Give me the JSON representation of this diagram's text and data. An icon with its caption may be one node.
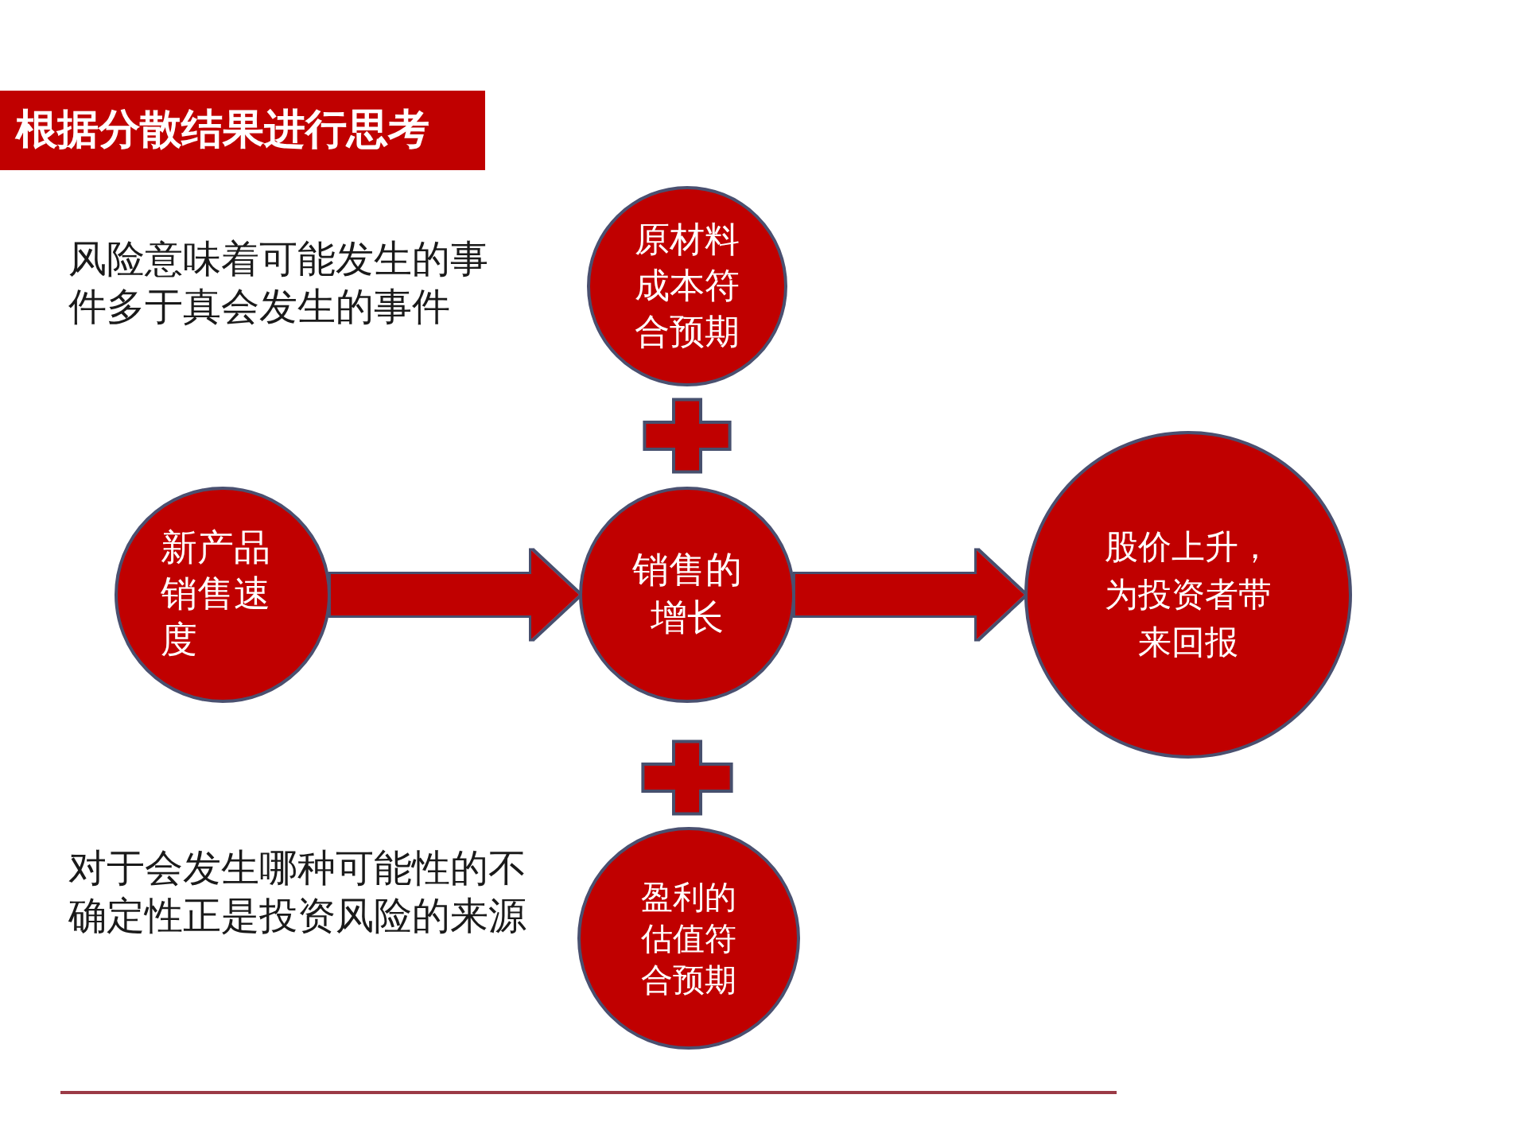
{
  "diagram": {
    "title": "根据分散结果进行思考",
    "nodes": [
      {
        "text": [
          "原材料成本符合预期"
        ]
      },
      {
        "text": [],
        "shape": "plus"
      },
      {
        "text": [
          "新产品销售速度"
        ]
      },
      {
        "text": [
          "销售的增长"
        ]
      },
      {
        "text": [
          "股价上升，为投资者带来回报"
        ]
      },
      {
        "text": [],
        "shape": "plus"
      },
      {
        "text": [
          "盈利的估值符合预期"
        ]
      }
    ],
    "edges": [
      {
        "from": 2,
        "to": 3,
        "arrow": "to"
      },
      {
        "from": 3,
        "to": 4,
        "arrow": "to"
      }
    ],
    "labels": [
      "风险意味着可能发生的事件多于真会发生的事件",
      "对于会发生哪种可能性的不确定性正是投资风险的来源"
    ]
  }
}
